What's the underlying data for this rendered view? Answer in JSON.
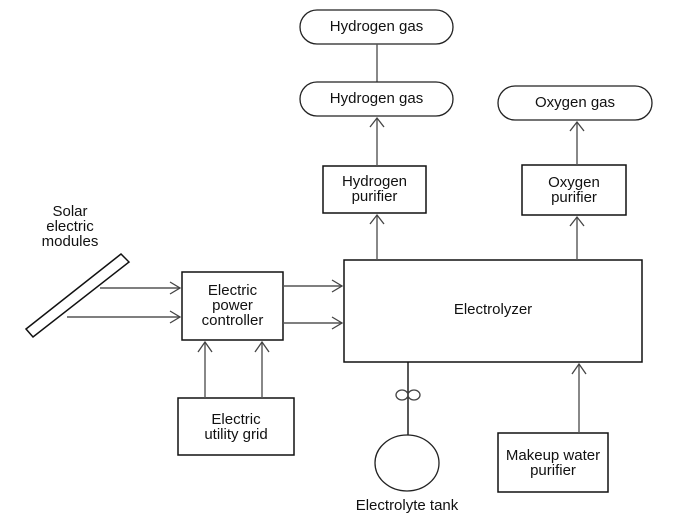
{
  "diagram": {
    "nodes": {
      "hydrogen_gas_top": "Hydrogen gas",
      "hydrogen_gas": "Hydrogen gas",
      "oxygen_gas": "Oxygen gas",
      "hydrogen_purifier": "Hydrogen\npurifier",
      "oxygen_purifier": "Oxygen\npurifier",
      "solar_modules": "Solar\nelectric\nmodules",
      "power_controller": "Electric\npower\ncontroller",
      "utility_grid": "Electric\nutility grid",
      "electrolyzer": "Electrolyzer",
      "electrolyte_tank": "Electrolyte tank",
      "makeup_water_purifier": "Makeup water\npurifier"
    },
    "edges": [
      {
        "from": "hydrogen_gas",
        "to": "hydrogen_gas_top",
        "type": "line"
      },
      {
        "from": "hydrogen_purifier",
        "to": "hydrogen_gas",
        "type": "arrow"
      },
      {
        "from": "electrolyzer",
        "to": "hydrogen_purifier",
        "type": "arrow"
      },
      {
        "from": "oxygen_purifier",
        "to": "oxygen_gas",
        "type": "arrow"
      },
      {
        "from": "electrolyzer",
        "to": "oxygen_purifier",
        "type": "arrow"
      },
      {
        "from": "solar_modules",
        "to": "power_controller",
        "type": "arrow",
        "count": 2
      },
      {
        "from": "power_controller",
        "to": "electrolyzer",
        "type": "arrow",
        "count": 2
      },
      {
        "from": "utility_grid",
        "to": "power_controller",
        "type": "arrow",
        "count": 2
      },
      {
        "from": "electrolyte_tank",
        "to": "electrolyzer",
        "type": "pump-line"
      },
      {
        "from": "makeup_water_purifier",
        "to": "electrolyzer",
        "type": "arrow"
      }
    ]
  }
}
